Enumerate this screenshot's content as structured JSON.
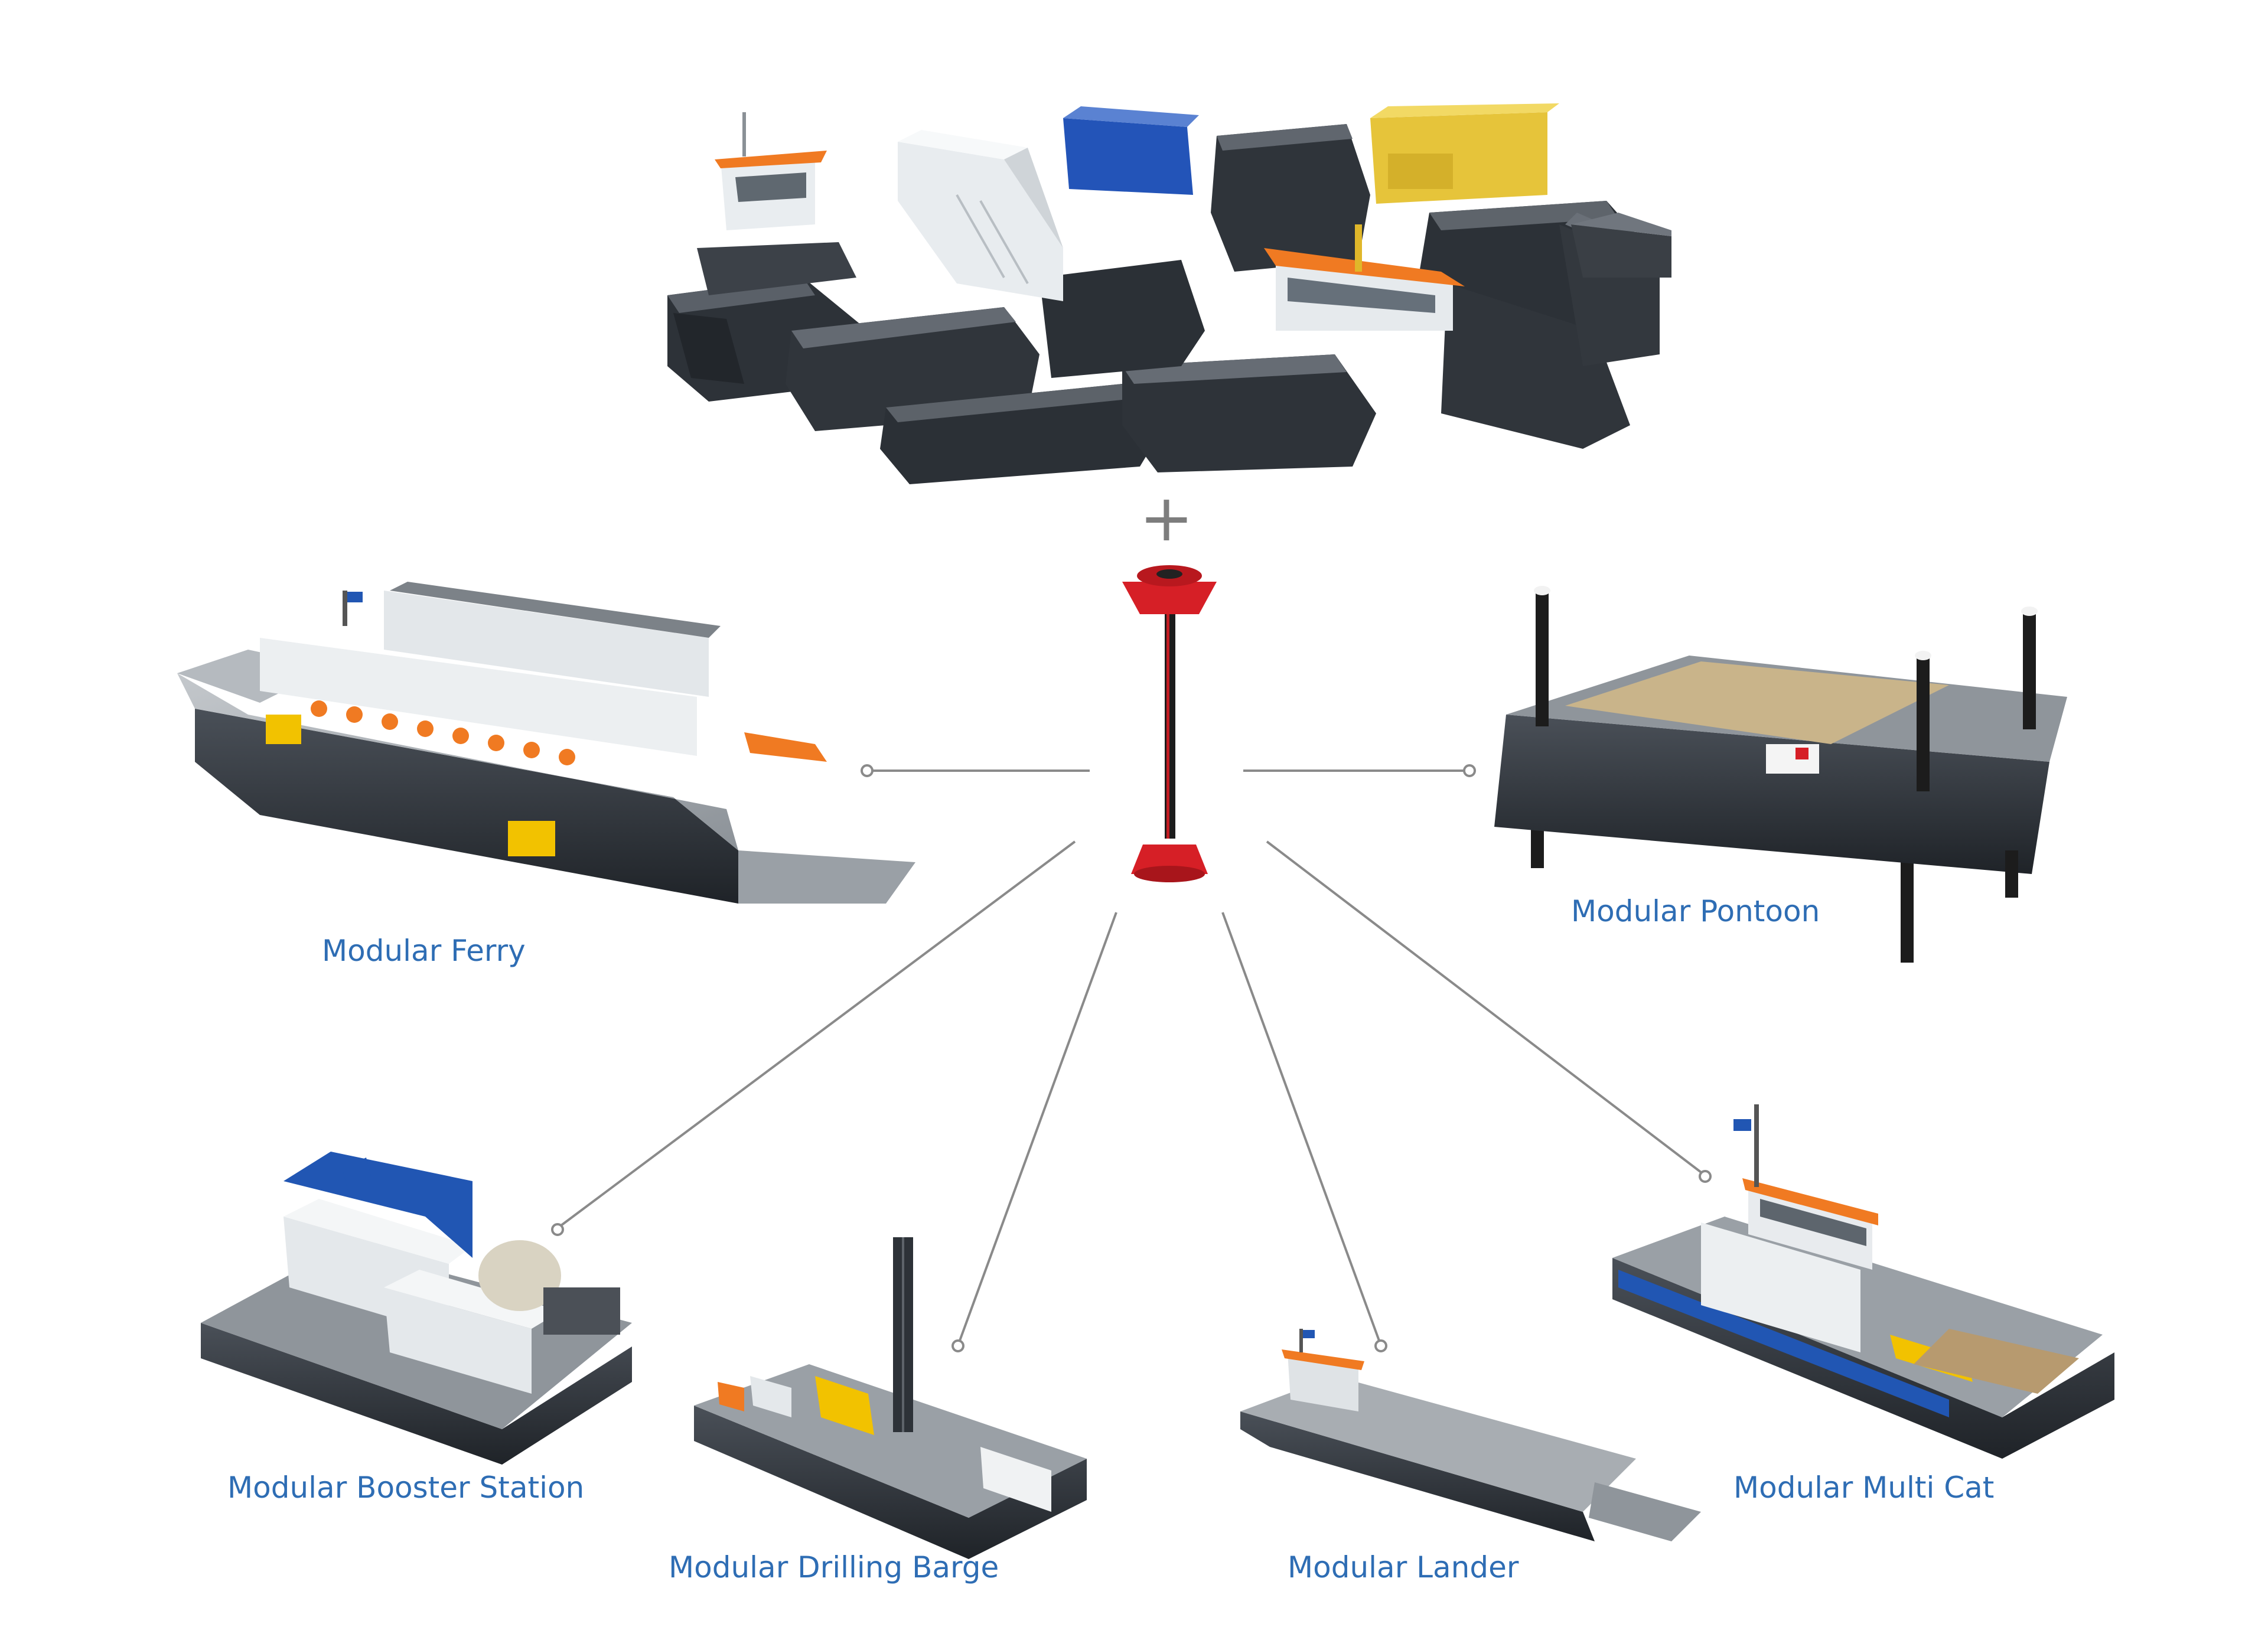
{
  "colors": {
    "label": "#2e6db4",
    "hull": "#2b2f35",
    "deck": "#9aa0a6",
    "accent_orange": "#f07a22",
    "accent_yellow": "#f2c200",
    "accent_blue": "#2156b3",
    "spud_red": "#d61f26",
    "connector": "#8a8a8a"
  },
  "center": {
    "plus_symbol": "+",
    "connector_icon": "spud-pole-connector-icon"
  },
  "modules": {
    "ferry": {
      "label": "Modular Ferry"
    },
    "pontoon": {
      "label": "Modular Pontoon"
    },
    "booster": {
      "label": "Modular Booster Station"
    },
    "drilling": {
      "label": "Modular Drilling Barge"
    },
    "lander": {
      "label": "Modular Lander"
    },
    "multicat": {
      "label": "Modular Multi Cat"
    }
  }
}
